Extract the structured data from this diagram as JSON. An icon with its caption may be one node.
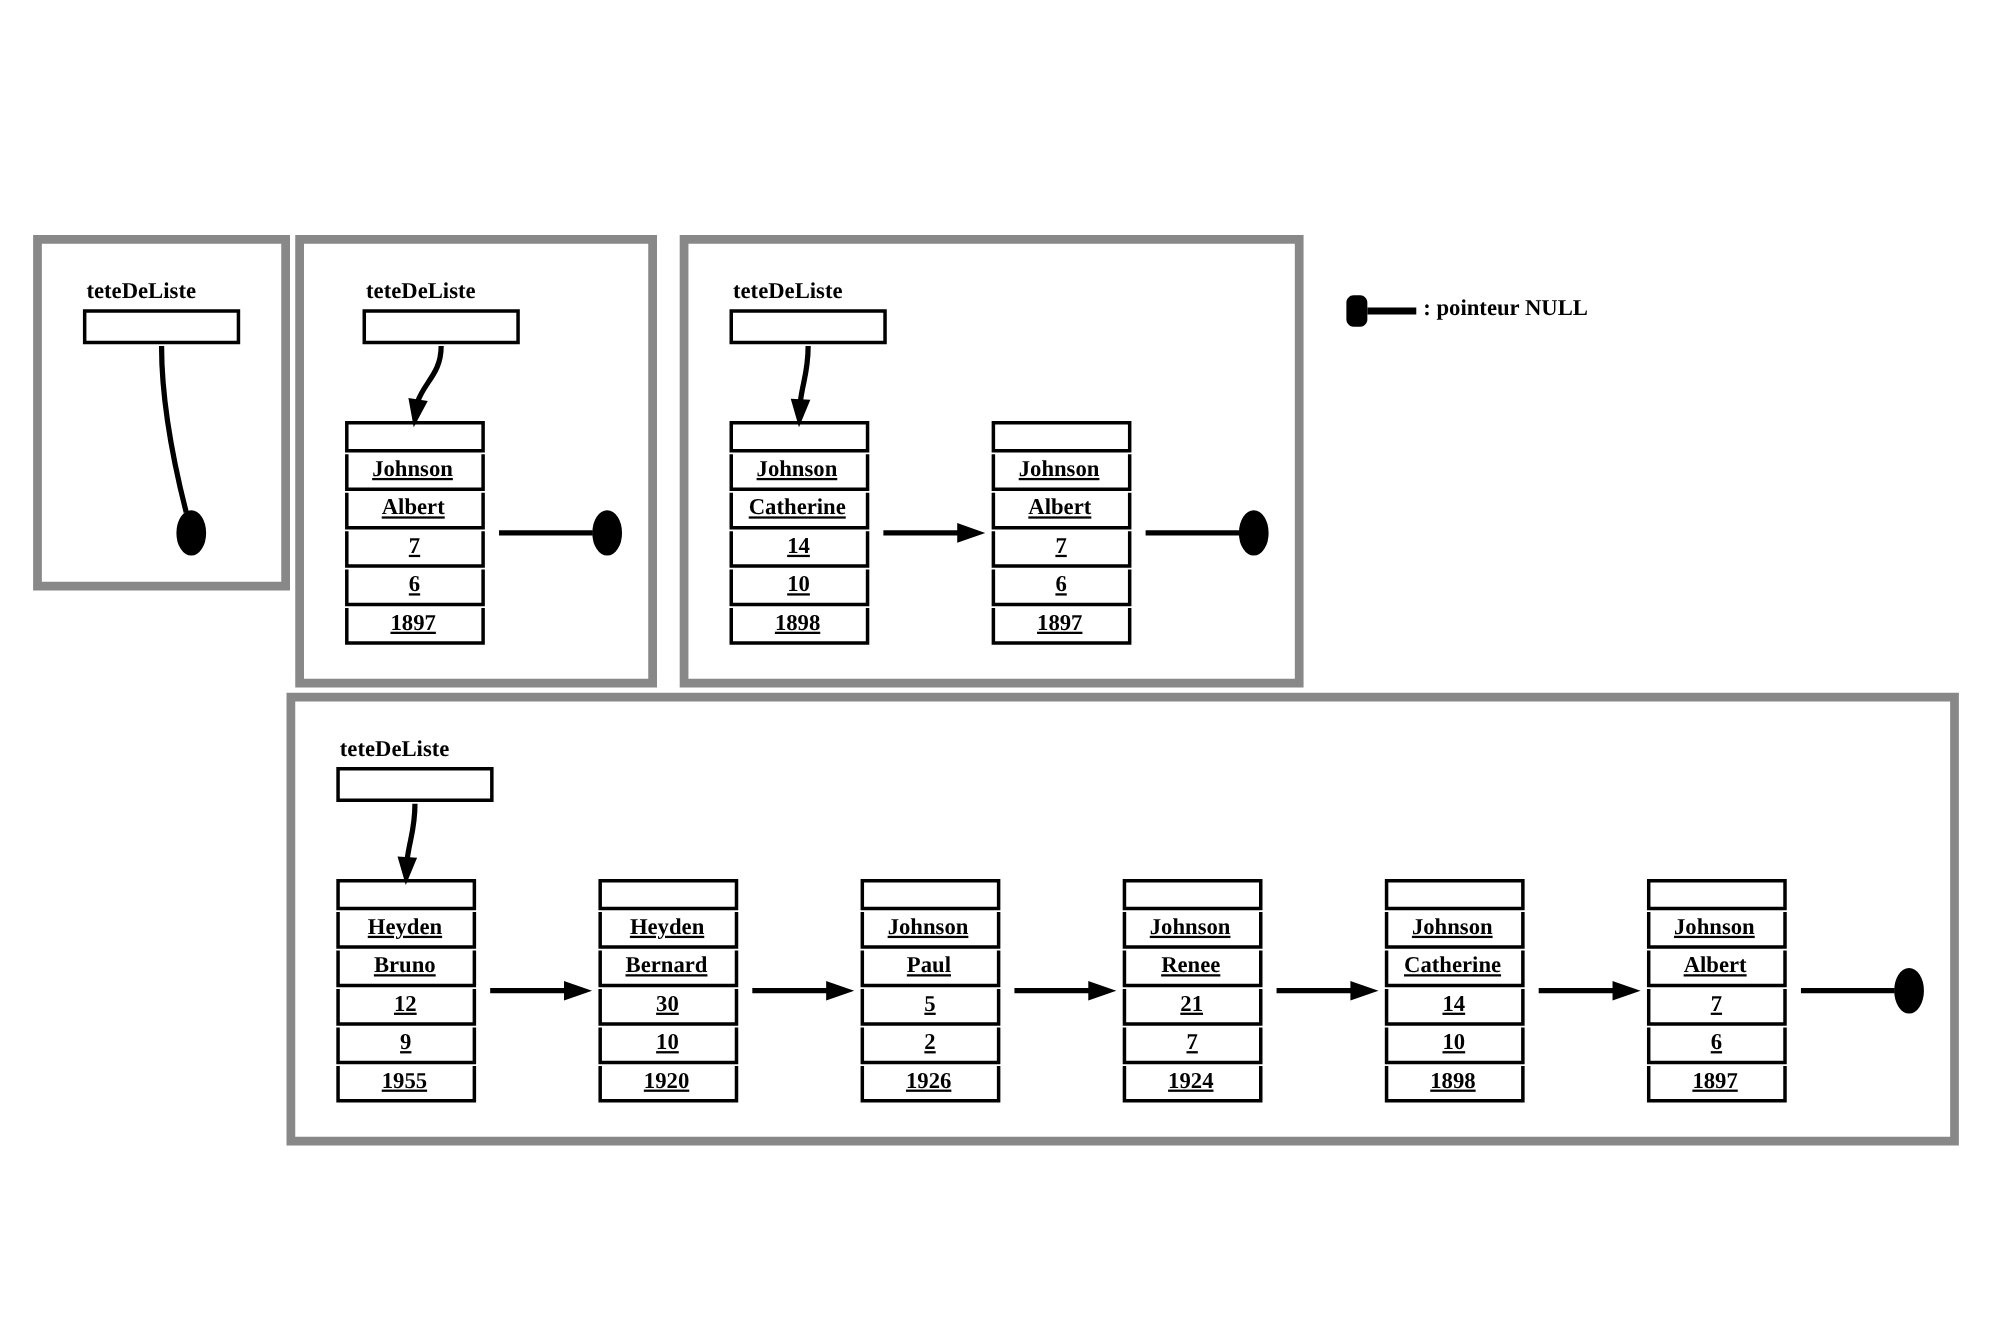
{
  "diagram": {
    "nodes": [
      {
        "text": [],
        "shape": "box"
      },
      {
        "text": [
          "teteDeListe"
        ],
        "in": 0
      },
      {
        "text": [],
        "shape": "circle",
        "in": 0
      },
      {
        "text": [],
        "shape": "box"
      },
      {
        "text": [
          "teteDeListe"
        ],
        "in": 3
      },
      {
        "text": [
          "Johnson",
          "Albert",
          "7",
          "6",
          "1897"
        ],
        "in": 3
      },
      {
        "text": [],
        "shape": "circle",
        "in": 3
      },
      {
        "text": [],
        "shape": "box"
      },
      {
        "text": [
          "teteDeListe"
        ],
        "in": 7
      },
      {
        "text": [
          "Johnson",
          "Catherine",
          "14",
          "10",
          "1898"
        ],
        "in": 7
      },
      {
        "text": [
          "Johnson",
          "Albert",
          "7",
          "6",
          "1897"
        ],
        "in": 7
      },
      {
        "text": [],
        "shape": "circle",
        "in": 7
      },
      {
        "text": [],
        "shape": "box"
      },
      {
        "text": [
          "teteDeListe"
        ],
        "in": 12
      },
      {
        "text": [
          "Heyden",
          "Bruno",
          "12",
          "9",
          "1955"
        ],
        "in": 12
      },
      {
        "text": [
          "Heyden",
          "Bernard",
          "30",
          "10",
          "1920"
        ],
        "in": 12
      },
      {
        "text": [
          "Johnson",
          "Paul",
          "5",
          "2",
          "1926"
        ],
        "in": 12
      },
      {
        "text": [
          "Johnson",
          "Renee",
          "21",
          "7",
          "1924"
        ],
        "in": 12
      },
      {
        "text": [
          "Johnson",
          "Catherine",
          "14",
          "10",
          "1898"
        ],
        "in": 12
      },
      {
        "text": [
          "Johnson",
          "Albert",
          "7",
          "6",
          "1897"
        ],
        "in": 12
      },
      {
        "text": [],
        "shape": "circle",
        "in": 12
      }
    ],
    "edges": [
      {
        "from": 1,
        "to": 2,
        "arrow": "none"
      },
      {
        "from": 4,
        "to": 5,
        "arrow": "to"
      },
      {
        "from": 5,
        "to": 6,
        "arrow": "none"
      },
      {
        "from": 8,
        "to": 9,
        "arrow": "to"
      },
      {
        "from": 9,
        "to": 10,
        "arrow": "to"
      },
      {
        "from": 10,
        "to": 11,
        "arrow": "none"
      },
      {
        "from": 13,
        "to": 14,
        "arrow": "to"
      },
      {
        "from": 14,
        "to": 15,
        "arrow": "to"
      },
      {
        "from": 15,
        "to": 16,
        "arrow": "to"
      },
      {
        "from": 16,
        "to": 17,
        "arrow": "to"
      },
      {
        "from": 17,
        "to": 18,
        "arrow": "to"
      },
      {
        "from": 18,
        "to": 19,
        "arrow": "to"
      },
      {
        "from": 19,
        "to": 20,
        "arrow": "none"
      }
    ],
    "legend": [
      {
        "text": ": pointeur NULL"
      }
    ]
  }
}
